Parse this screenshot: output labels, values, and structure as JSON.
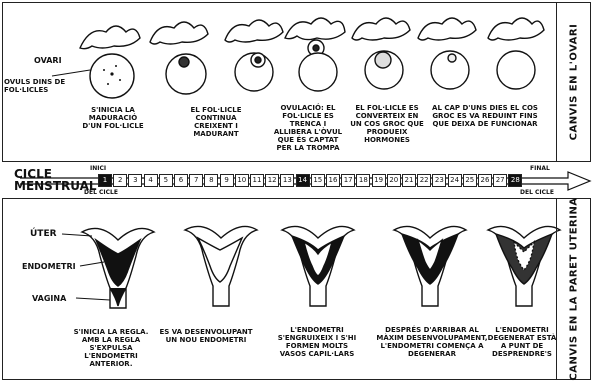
{
  "ovary": {
    "side_title": "CANVIS EN L'OVARI",
    "labels": {
      "ovari": "OVARI",
      "ovuls": "OVULS DINS DE FOL·LICLES"
    },
    "captions": [
      "S'INICIA LA MADURACIÓ D'UN FOL·LICLE",
      "EL FOL·LICLE CONTINUA CREIXENT I MADURANT",
      "OVULACIÓ: EL FOL·LICLE ES TRENCA I ALLIBERA L'ÒVUL QUE ÉS CAPTAT PER LA TROMPA",
      "EL FOL·LICLE ES CONVERTEIX EN UN COS GROC QUE PRODUEIX HORMONES",
      "AL CAP D'UNS DIES EL COS GROC ES VA REDUINT FINS QUE DEIXA DE FUNCIONAR"
    ]
  },
  "cycle": {
    "title_line1": "CICLE",
    "title_line2": "MENSTRUAL",
    "start_top": "INICI",
    "start_bottom": "DEL CICLE",
    "end_top": "FINAL",
    "end_bottom": "DEL CICLE",
    "days": [
      "1",
      "2",
      "3",
      "4",
      "5",
      "6",
      "7",
      "8",
      "9",
      "10",
      "11",
      "12",
      "13",
      "14",
      "15",
      "16",
      "17",
      "18",
      "19",
      "20",
      "21",
      "22",
      "23",
      "24",
      "25",
      "26",
      "27",
      "28"
    ],
    "highlighted_days": [
      "1",
      "14",
      "28"
    ]
  },
  "uterus": {
    "side_title": "CANVIS EN LA PARET UTERINA",
    "labels": {
      "uter": "ÚTER",
      "endometri": "ENDOMETRI",
      "vagina": "VAGINA"
    },
    "captions": [
      "S'INICIA LA REGLA. AMB LA REGLA S'EXPULSA L'ENDOMETRI ANTERIOR.",
      "ES VA DESENVOLUPANT UN NOU ENDOMETRI",
      "L'ENDOMETRI S'ENGRUIXEIX I S'HI FORMEN MOLTS VASOS CAPIL·LARS",
      "DESPRÉS D'ARRIBAR AL MÀXIM DESENVOLUPAMENT, L'ENDOMETRI COMENÇA A DEGENERAR",
      "L'ENDOMETRI DEGENERAT ESTÀ A PUNT DE DESPRENDRE'S"
    ]
  }
}
